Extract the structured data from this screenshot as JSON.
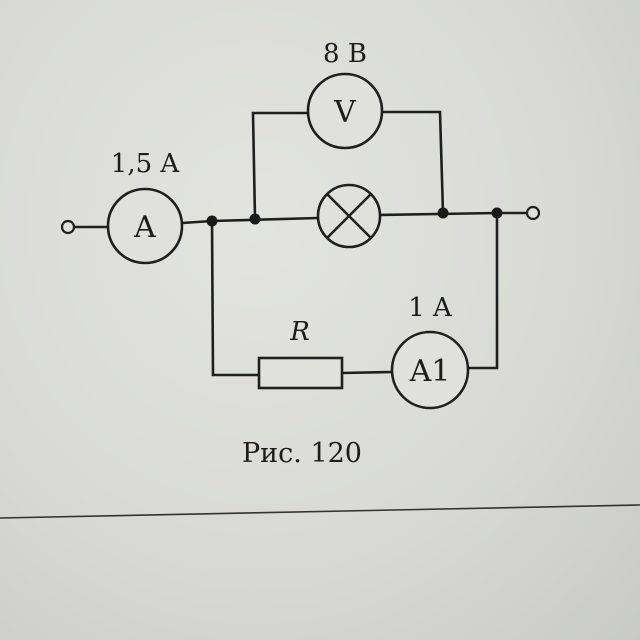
{
  "labels": {
    "ammeter_main_reading": "1,5 A",
    "voltmeter_reading": "8 В",
    "ammeter_branch_reading": "1 A",
    "resistor": "R",
    "caption": "Рис. 120"
  },
  "meters": {
    "ammeter_main": "A",
    "voltmeter": "V",
    "ammeter_branch": "A1"
  },
  "colors": {
    "ink": "#1f1f1f",
    "paper": "#dcddd8"
  }
}
